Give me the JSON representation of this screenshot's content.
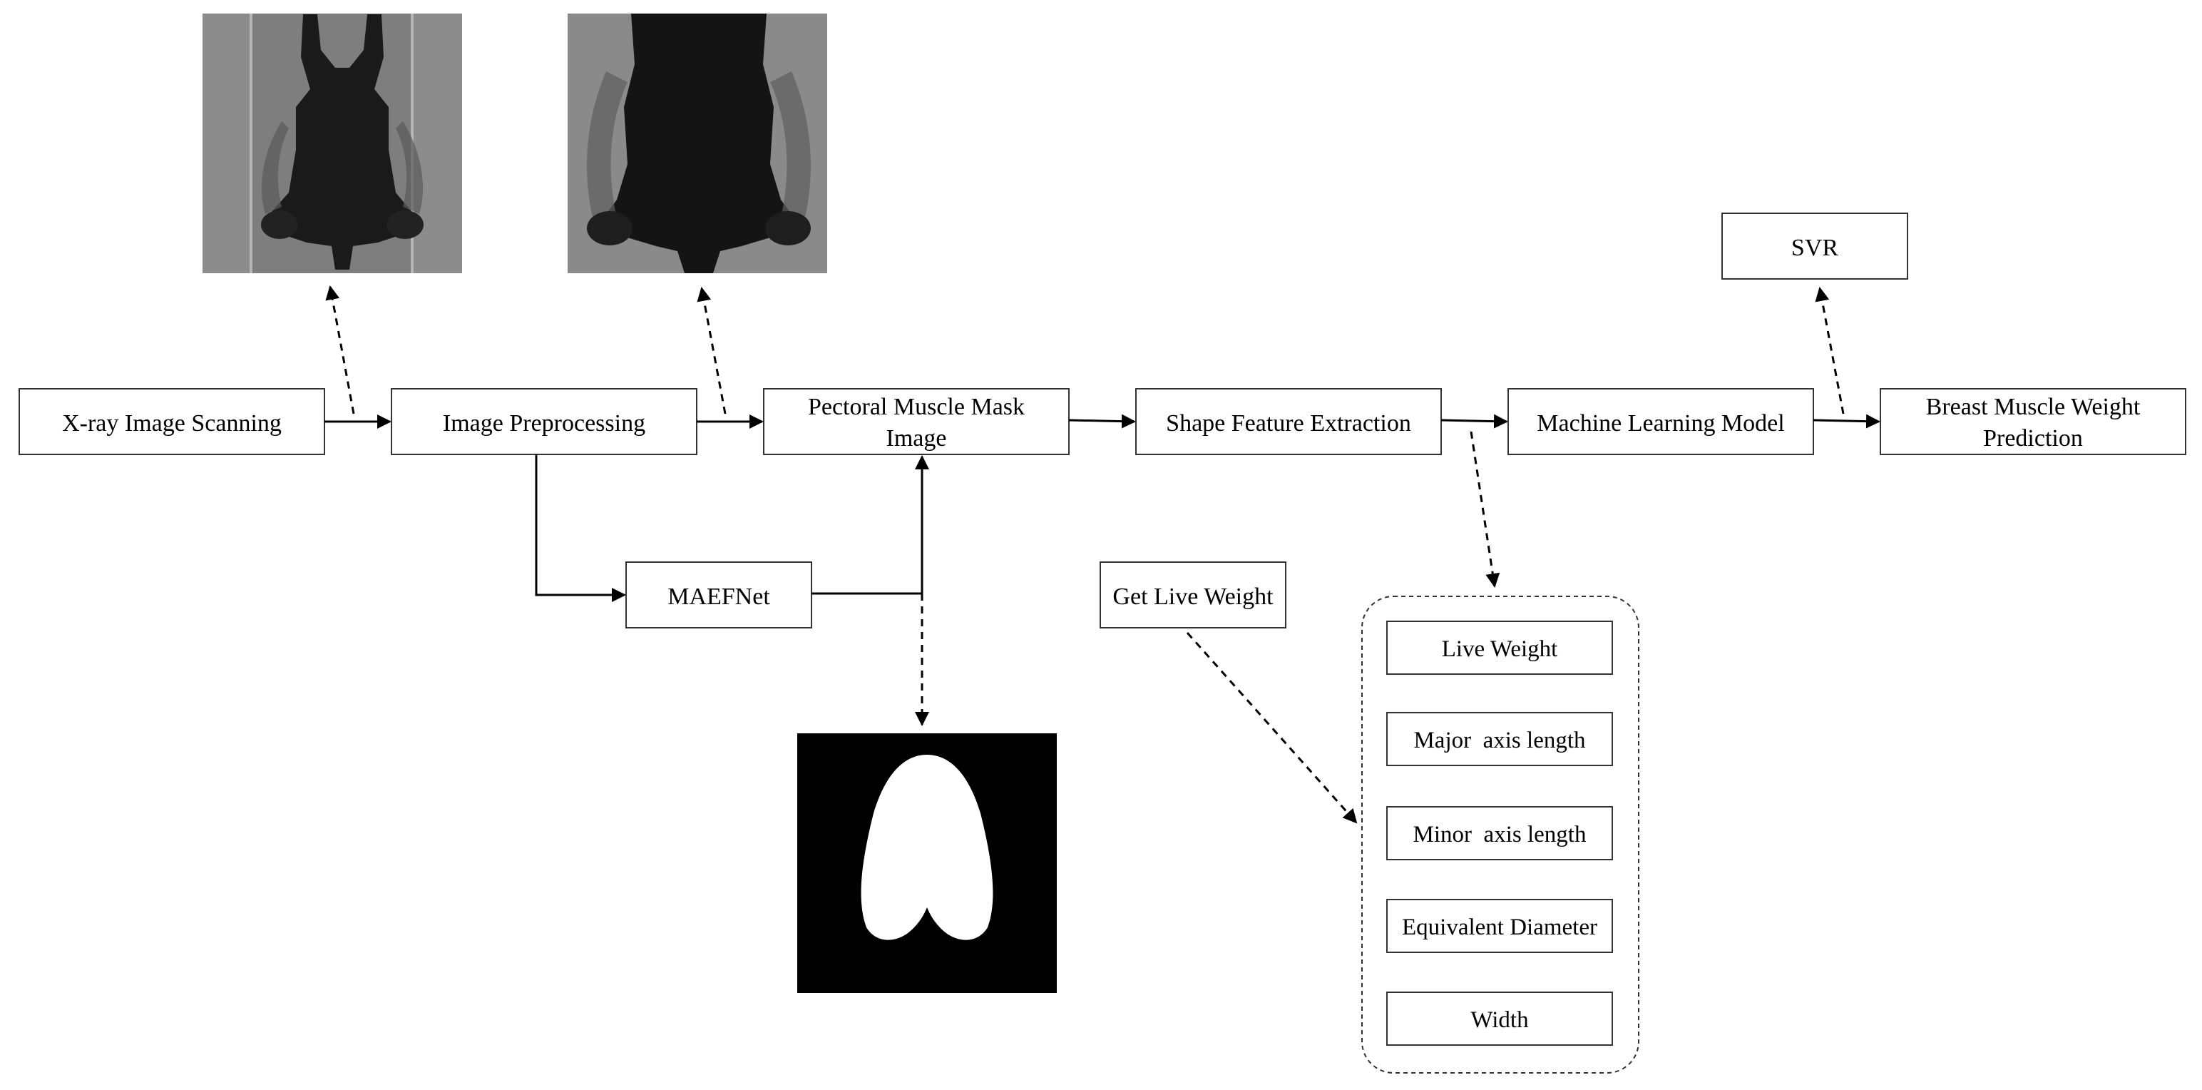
{
  "diagram": {
    "nodes": {
      "xray_scanning": "X-ray Image Scanning",
      "image_preprocessing": "Image Preprocessing",
      "mask_image_line1": "Pectoral Muscle Mask",
      "mask_image_line2": "Image",
      "shape_feature_extraction": "Shape Feature Extraction",
      "machine_learning_model": "Machine Learning Model",
      "prediction_line1": "Breast Muscle Weight",
      "prediction_line2": "Prediction",
      "svr": "SVR",
      "maefnet": "MAEFNet",
      "get_live_weight": "Get Live Weight"
    },
    "features": [
      "Live Weight",
      "Major  axis length",
      "Minor  axis length",
      "Equivalent Diameter",
      "Width"
    ],
    "images": {
      "raw_xray": "raw-xray-scan",
      "preprocessed_xray": "cropped-xray-scan",
      "segmentation_mask": "binary-pectoral-mask"
    }
  }
}
